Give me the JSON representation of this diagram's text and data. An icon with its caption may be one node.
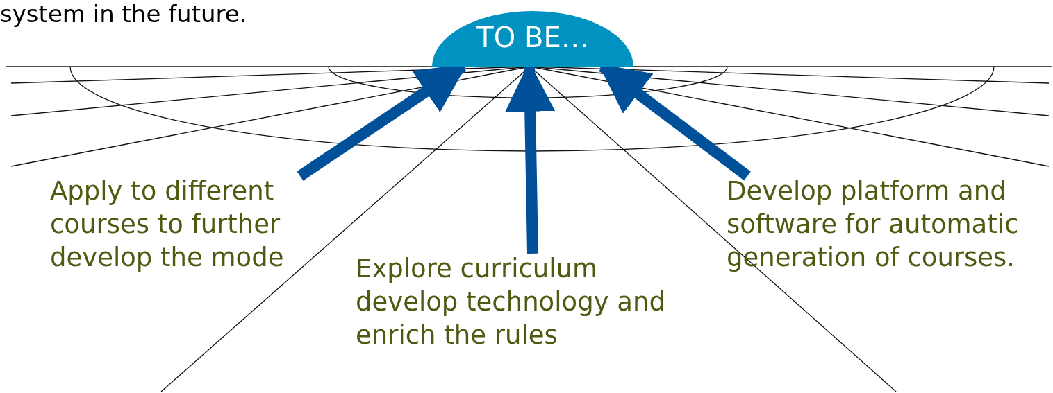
{
  "diagram": {
    "nodes": [
      {
        "text": [
          "TO BE…"
        ]
      },
      {
        "text": [
          "Apply to different courses to further develop the mode"
        ]
      },
      {
        "text": [
          "Explore curriculum develop technology and enrich the rules"
        ]
      },
      {
        "text": [
          "Develop platform and software for automatic generation of courses."
        ]
      }
    ],
    "edges": [
      {
        "from": 1,
        "to": 0,
        "arrow": "to"
      },
      {
        "from": 2,
        "to": 0,
        "arrow": "to"
      },
      {
        "from": 3,
        "to": 0,
        "arrow": "to"
      }
    ],
    "labels": [
      "system in the future."
    ]
  }
}
